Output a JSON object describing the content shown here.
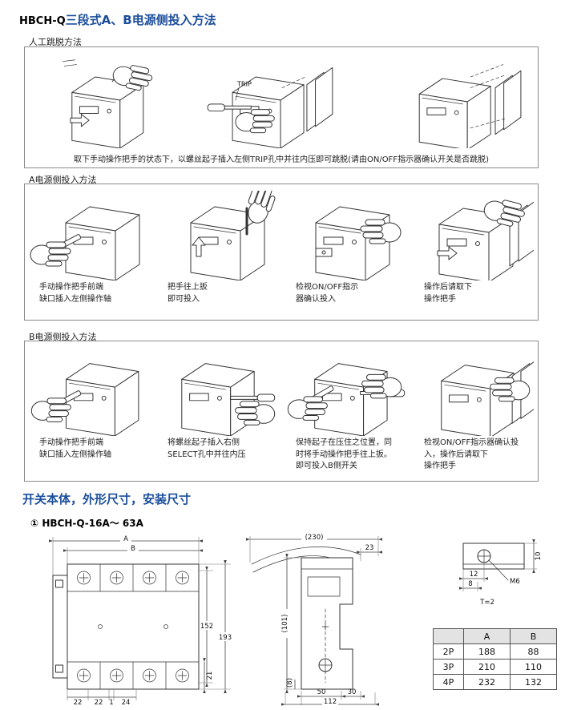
{
  "accent_color": "#1b4e9b",
  "header": {
    "model": "HBCH-Q",
    "title": "三段式A、B电源侧投入方法"
  },
  "trip_section": {
    "label": "人工跳脱方法",
    "trip_hole_label": "TRIP",
    "caption": "取下手动操作把手的状态下，以螺丝起子插入左侧TRIP孔中并往内压即可跳脱(请由ON/OFF指示器确认开关是否跳脱)"
  },
  "a_section": {
    "label": "A电源侧投入方法",
    "steps": [
      "手动操作把手前端\n缺口插入左侧操作轴",
      "把手往上扳\n即可投入",
      "检视ON/OFF指示\n器确认投入",
      "操作后请取下\n操作把手"
    ]
  },
  "b_section": {
    "label": "B电源侧投入方法",
    "steps": [
      "手动操作把手前端\n缺口插入左侧操作轴",
      "将螺丝起子插入右侧\nSELECT孔中并往内压",
      "保持起子在压住之位置，同\n时将手动操作把手往上扳。\n即可投入B侧开关",
      "检视ON/OFF指示器确认投\n入，操作后请取下\n操作把手"
    ]
  },
  "outline_section": {
    "title": "开关本体，外形尺寸，安装尺寸",
    "subtitle": "① HBCH-Q-16A～ 63A"
  },
  "front_view": {
    "dim_a": "A",
    "dim_b": "B",
    "dim_152": "152",
    "dim_193": "193",
    "dim_22a": "22",
    "dim_22b": "22",
    "dim_1": "1",
    "dim_24": "24",
    "dim_21": "21"
  },
  "side_view": {
    "dim_230": "(230)",
    "dim_23": "23",
    "dim_101": "(101)",
    "dim_8": "(8)",
    "dim_50": "50",
    "dim_30": "30",
    "dim_112": "112"
  },
  "detail_view": {
    "dim_12": "12",
    "dim_8": "8",
    "dim_m6": "M6",
    "dim_10": "10",
    "dim_t": "T=2"
  },
  "spec_table": {
    "headers": [
      "",
      "A",
      "B"
    ],
    "rows": [
      [
        "2P",
        "188",
        "88"
      ],
      [
        "3P",
        "210",
        "110"
      ],
      [
        "4P",
        "232",
        "132"
      ]
    ]
  }
}
